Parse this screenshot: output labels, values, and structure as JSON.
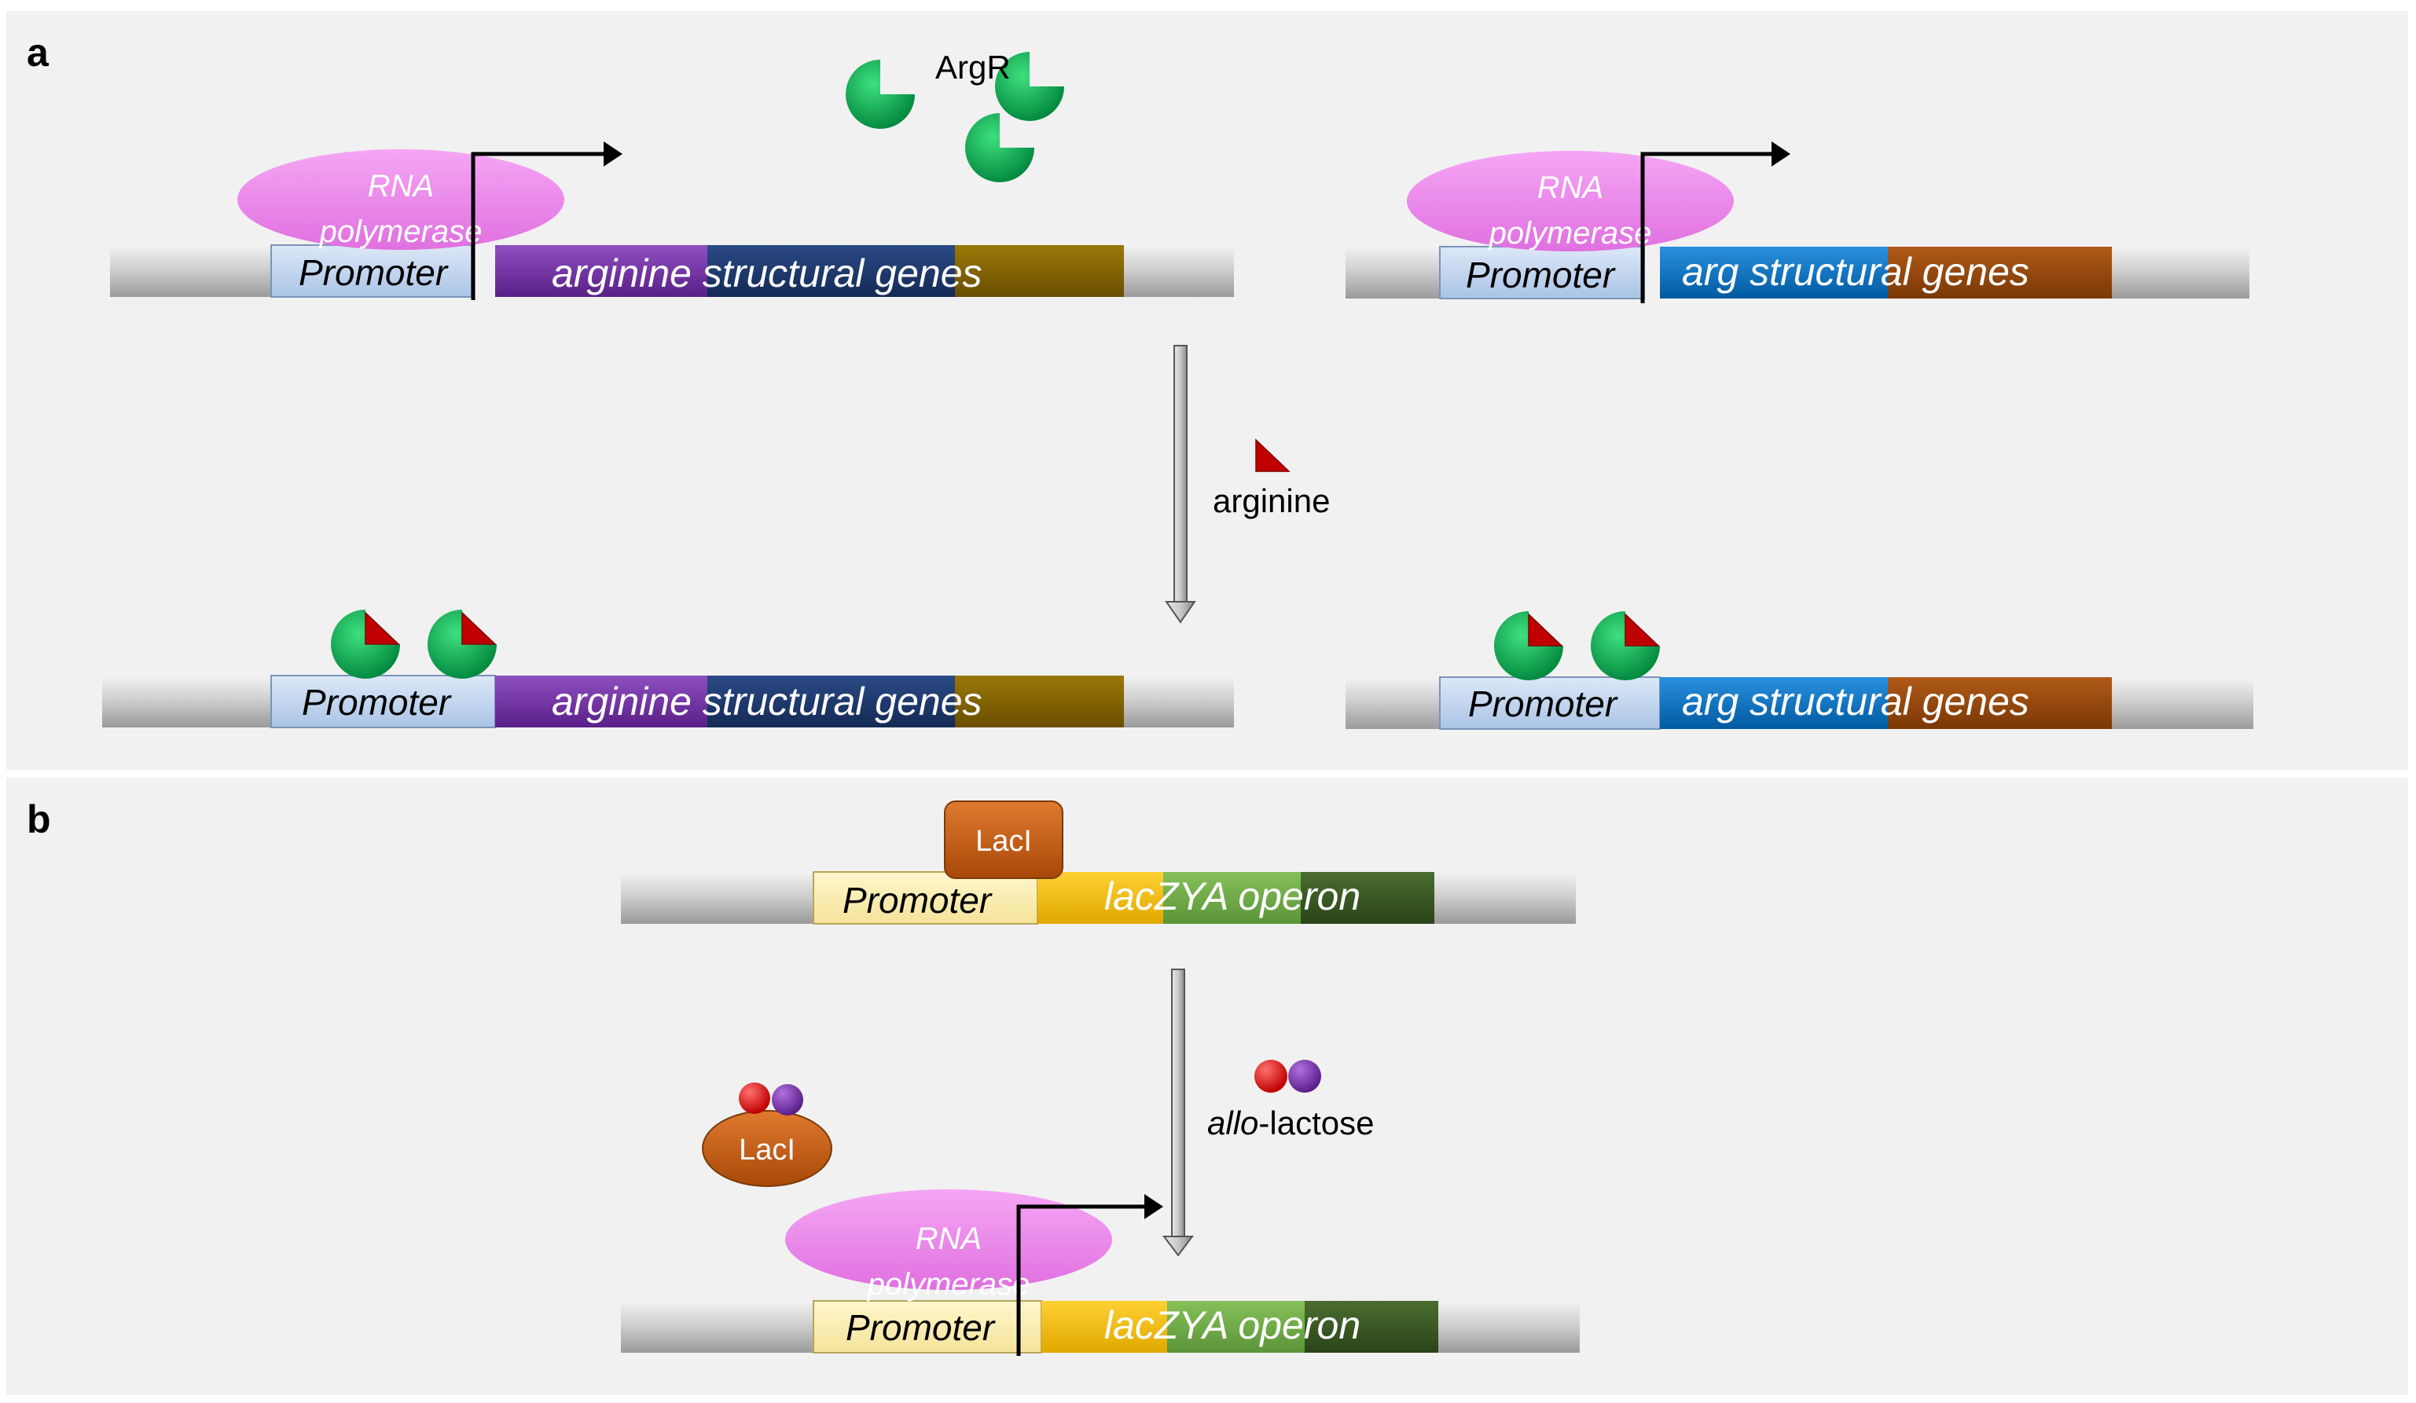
{
  "panels": {
    "a": {
      "label": "a"
    },
    "b": {
      "label": "b"
    }
  },
  "labels": {
    "argr": "ArgR",
    "arginine": "arginine",
    "allo": "allo",
    "lactose": "-lactose",
    "laci": "LacI",
    "promoter": "Promoter",
    "rnap_line1": "RNA",
    "rnap_line2": "polymerase"
  },
  "genes": {
    "arginine_structural_genes": "arginine structural genes",
    "arg_structural_genes": "arg structural genes",
    "lacZYA_operon": "lacZYA operon"
  },
  "colors": {
    "panel_bg": "#f1f1f1",
    "dna_gray": "#c8c8c8",
    "promoter_blue": "#c6d9f1",
    "promoter_yellow": "#fff2b3",
    "purple": "#7030a0",
    "navy": "#1f3864",
    "olive": "#806000",
    "blue": "#0070c0",
    "brown": "#984807",
    "yellow": "#ffc000",
    "light_green": "#70ad47",
    "dark_green": "#375623",
    "rnap_pink": "#ee82ee",
    "argr_green": "#00b050",
    "arginine_red": "#c00000",
    "laci_orange": "#c55a11"
  }
}
